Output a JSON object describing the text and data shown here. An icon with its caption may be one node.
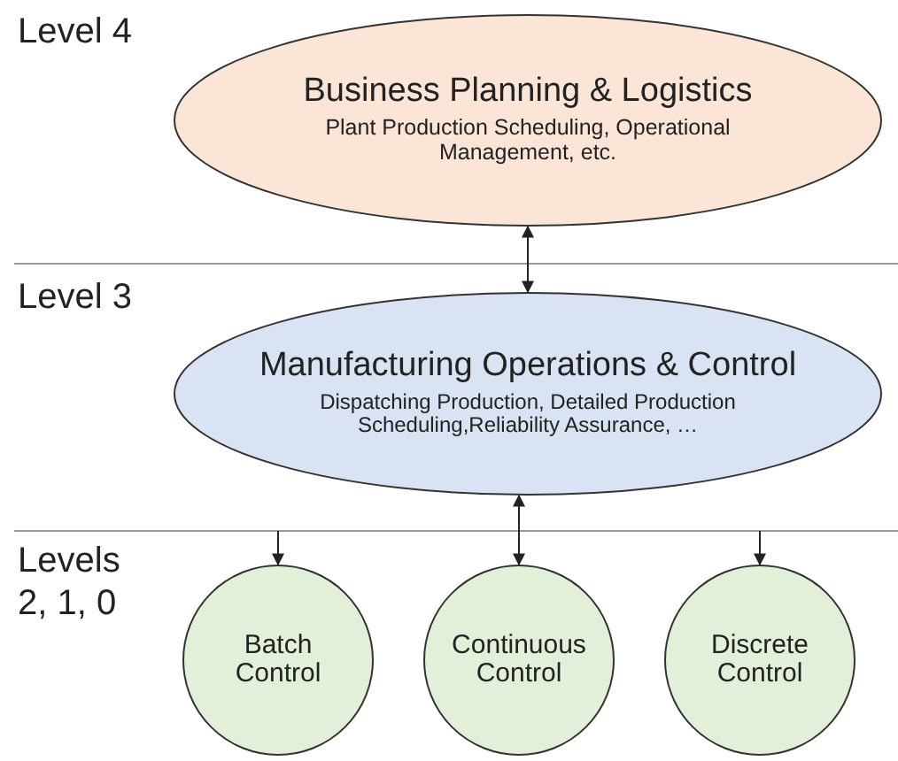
{
  "diagram": {
    "nodes": [
      {
        "text": [
          "Business Planning & Logistics",
          "Plant Production Scheduling, Operational Management, etc."
        ]
      },
      {
        "text": [
          "Manufacturing Operations & Control",
          "Dispatching Production, Detailed Production Scheduling,Reliability Assurance, …"
        ]
      },
      {
        "text": [
          "Batch Control"
        ]
      },
      {
        "text": [
          "Continuous Control"
        ]
      },
      {
        "text": [
          "Discrete Control"
        ]
      }
    ],
    "edges": [
      {
        "from": 0,
        "to": 1,
        "arrow": "both"
      },
      {
        "from": null,
        "to": 2,
        "arrow": "to"
      },
      {
        "from": 1,
        "to": 3,
        "arrow": "both"
      },
      {
        "from": null,
        "to": 4,
        "arrow": "to"
      }
    ],
    "labels": [
      "Level 4",
      "Level 3",
      "Levels 2, 1, 0"
    ]
  }
}
